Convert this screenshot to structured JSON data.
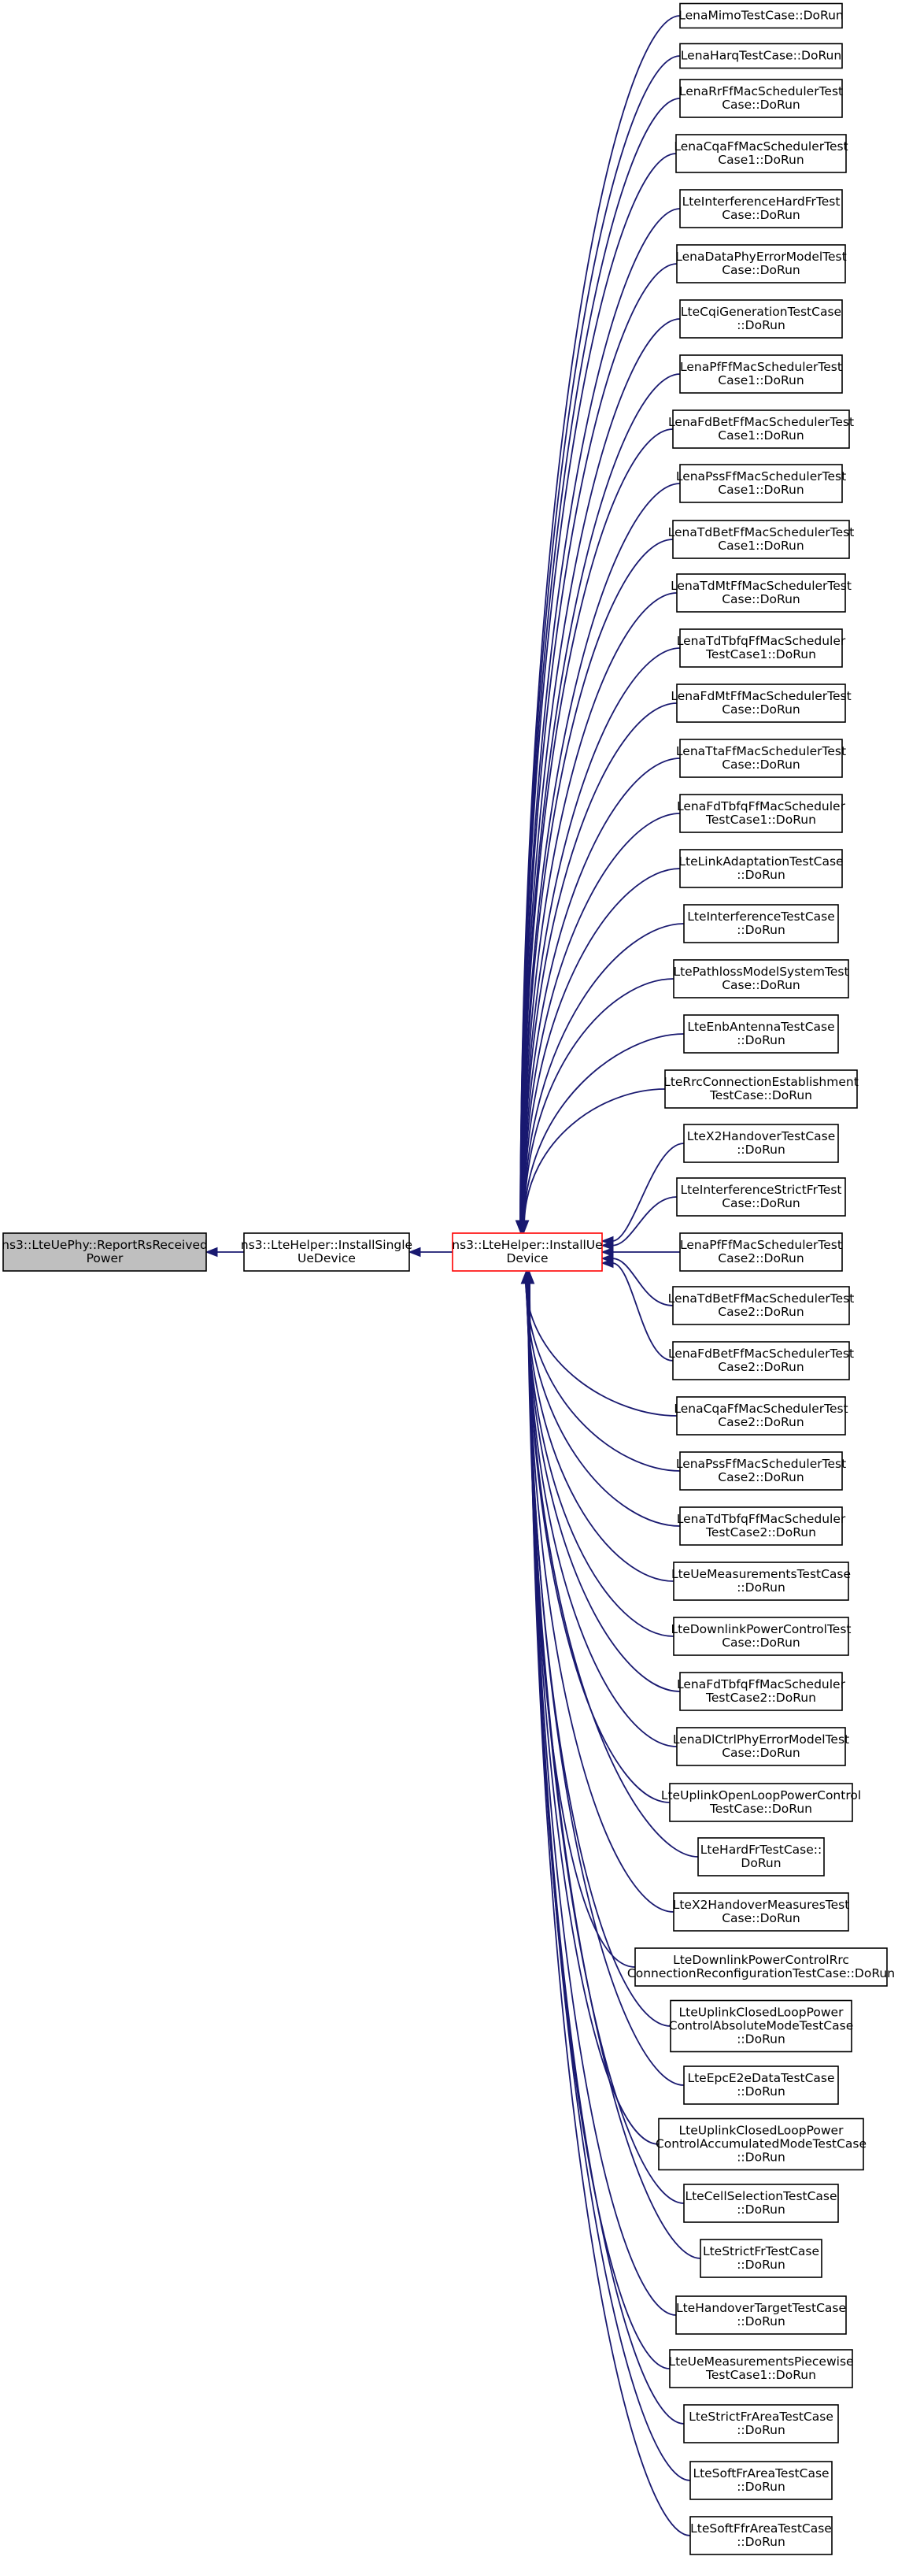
{
  "diagram": {
    "colors": {
      "edge": "#191970",
      "node_border": "#000000",
      "node_fill": "#ffffff",
      "root_fill": "#bfbfbf",
      "focus_border": "#ff0000"
    },
    "root": {
      "lines": [
        "ns3::LteUePhy::ReportRsReceived",
        "Power"
      ]
    },
    "level1": {
      "lines": [
        "ns3::LteHelper::InstallSingle",
        "UeDevice"
      ]
    },
    "level2": {
      "lines": [
        "ns3::LteHelper::InstallUe",
        "Device"
      ]
    },
    "callers": [
      {
        "lines": [
          "LenaMimoTestCase::DoRun"
        ]
      },
      {
        "lines": [
          "LenaHarqTestCase::DoRun"
        ]
      },
      {
        "lines": [
          "LenaRrFfMacSchedulerTest",
          "Case::DoRun"
        ]
      },
      {
        "lines": [
          "LenaCqaFfMacSchedulerTest",
          "Case1::DoRun"
        ]
      },
      {
        "lines": [
          "LteInterferenceHardFrTest",
          "Case::DoRun"
        ]
      },
      {
        "lines": [
          "LenaDataPhyErrorModelTest",
          "Case::DoRun"
        ]
      },
      {
        "lines": [
          "LteCqiGenerationTestCase",
          "::DoRun"
        ]
      },
      {
        "lines": [
          "LenaPfFfMacSchedulerTest",
          "Case1::DoRun"
        ]
      },
      {
        "lines": [
          "LenaFdBetFfMacSchedulerTest",
          "Case1::DoRun"
        ]
      },
      {
        "lines": [
          "LenaPssFfMacSchedulerTest",
          "Case1::DoRun"
        ]
      },
      {
        "lines": [
          "LenaTdBetFfMacSchedulerTest",
          "Case1::DoRun"
        ]
      },
      {
        "lines": [
          "LenaTdMtFfMacSchedulerTest",
          "Case::DoRun"
        ]
      },
      {
        "lines": [
          "LenaTdTbfqFfMacScheduler",
          "TestCase1::DoRun"
        ]
      },
      {
        "lines": [
          "LenaFdMtFfMacSchedulerTest",
          "Case::DoRun"
        ]
      },
      {
        "lines": [
          "LenaTtaFfMacSchedulerTest",
          "Case::DoRun"
        ]
      },
      {
        "lines": [
          "LenaFdTbfqFfMacScheduler",
          "TestCase1::DoRun"
        ]
      },
      {
        "lines": [
          "LteLinkAdaptationTestCase",
          "::DoRun"
        ]
      },
      {
        "lines": [
          "LteInterferenceTestCase",
          "::DoRun"
        ]
      },
      {
        "lines": [
          "LtePathlossModelSystemTest",
          "Case::DoRun"
        ]
      },
      {
        "lines": [
          "LteEnbAntennaTestCase",
          "::DoRun"
        ]
      },
      {
        "lines": [
          "LteRrcConnectionEstablishment",
          "TestCase::DoRun"
        ]
      },
      {
        "lines": [
          "LteX2HandoverTestCase",
          "::DoRun"
        ]
      },
      {
        "lines": [
          "LteInterferenceStrictFrTest",
          "Case::DoRun"
        ]
      },
      {
        "lines": [
          "LenaPfFfMacSchedulerTest",
          "Case2::DoRun"
        ]
      },
      {
        "lines": [
          "LenaTdBetFfMacSchedulerTest",
          "Case2::DoRun"
        ]
      },
      {
        "lines": [
          "LenaFdBetFfMacSchedulerTest",
          "Case2::DoRun"
        ]
      },
      {
        "lines": [
          "LenaCqaFfMacSchedulerTest",
          "Case2::DoRun"
        ]
      },
      {
        "lines": [
          "LenaPssFfMacSchedulerTest",
          "Case2::DoRun"
        ]
      },
      {
        "lines": [
          "LenaTdTbfqFfMacScheduler",
          "TestCase2::DoRun"
        ]
      },
      {
        "lines": [
          "LteUeMeasurementsTestCase",
          "::DoRun"
        ]
      },
      {
        "lines": [
          "LteDownlinkPowerControlTest",
          "Case::DoRun"
        ]
      },
      {
        "lines": [
          "LenaFdTbfqFfMacScheduler",
          "TestCase2::DoRun"
        ]
      },
      {
        "lines": [
          "LenaDlCtrlPhyErrorModelTest",
          "Case::DoRun"
        ]
      },
      {
        "lines": [
          "LteUplinkOpenLoopPowerControl",
          "TestCase::DoRun"
        ]
      },
      {
        "lines": [
          "LteHardFrTestCase::",
          "DoRun"
        ]
      },
      {
        "lines": [
          "LteX2HandoverMeasuresTest",
          "Case::DoRun"
        ]
      },
      {
        "lines": [
          "LteDownlinkPowerControlRrc",
          "ConnectionReconfigurationTestCase::DoRun"
        ]
      },
      {
        "lines": [
          "LteUplinkClosedLoopPower",
          "ControlAbsoluteModeTestCase",
          "::DoRun"
        ]
      },
      {
        "lines": [
          "LteEpcE2eDataTestCase",
          "::DoRun"
        ]
      },
      {
        "lines": [
          "LteUplinkClosedLoopPower",
          "ControlAccumulatedModeTestCase",
          "::DoRun"
        ]
      },
      {
        "lines": [
          "LteCellSelectionTestCase",
          "::DoRun"
        ]
      },
      {
        "lines": [
          "LteStrictFrTestCase",
          "::DoRun"
        ]
      },
      {
        "lines": [
          "LteHandoverTargetTestCase",
          "::DoRun"
        ]
      },
      {
        "lines": [
          "LteUeMeasurementsPiecewise",
          "TestCase1::DoRun"
        ]
      },
      {
        "lines": [
          "LteStrictFrAreaTestCase",
          "::DoRun"
        ]
      },
      {
        "lines": [
          "LteSoftFrAreaTestCase",
          "::DoRun"
        ]
      },
      {
        "lines": [
          "LteSoftFfrAreaTestCase",
          "::DoRun"
        ]
      }
    ]
  }
}
